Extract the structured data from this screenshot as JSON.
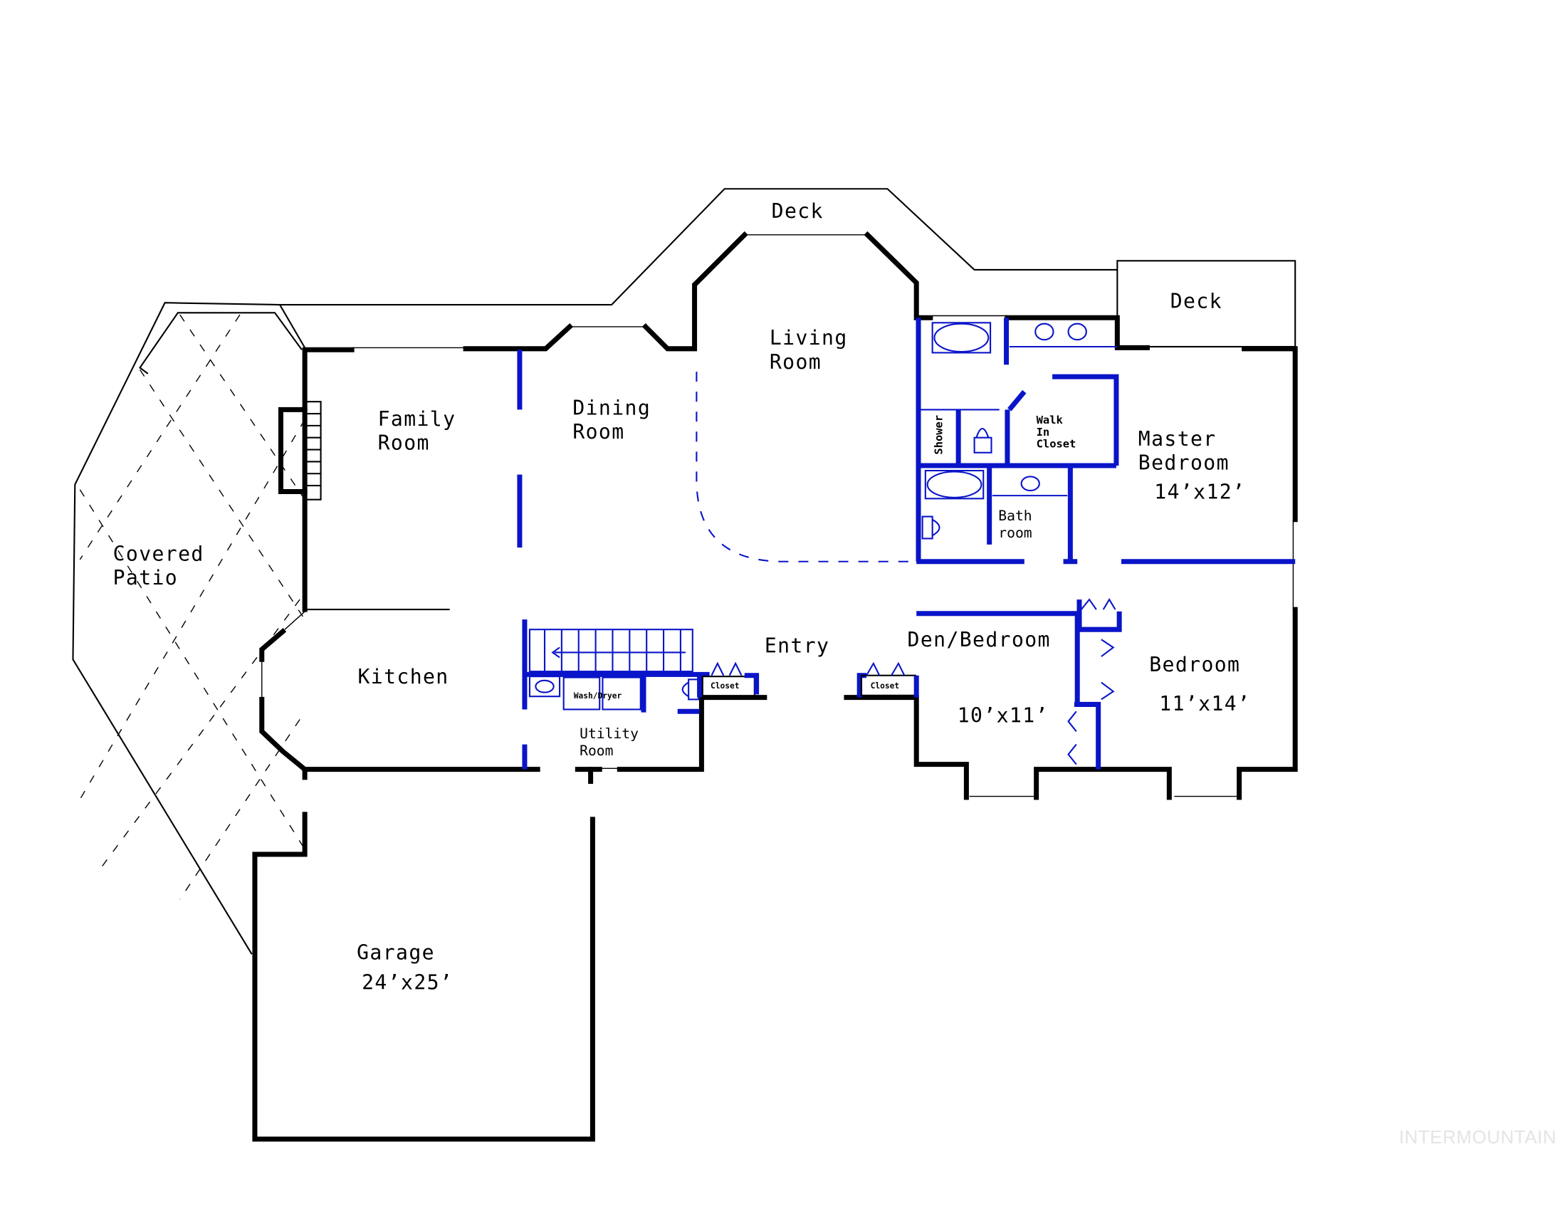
{
  "plan": {
    "rooms": {
      "deck_top": "Deck",
      "deck_right": "Deck",
      "living_room": [
        "Living",
        "Room"
      ],
      "family_room": [
        "Family",
        "Room"
      ],
      "dining_room": [
        "Dining",
        "Room"
      ],
      "covered_patio": [
        "Covered",
        "Patio"
      ],
      "kitchen": "Kitchen",
      "entry": "Entry",
      "utility_room": [
        "Utility",
        "Room"
      ],
      "wash_dryer": "Wash/Dryer",
      "closet_utility": "Closet",
      "closet_den": "Closet",
      "master_bedroom": [
        "Master",
        "Bedroom"
      ],
      "master_bedroom_size": "14’x12’",
      "walk_in_closet": [
        "Walk",
        "In",
        "Closet"
      ],
      "shower": "Shower",
      "bathroom": [
        "Bath",
        "room"
      ],
      "den_bedroom": "Den/Bedroom",
      "den_bedroom_size": "10’x11’",
      "bedroom": "Bedroom",
      "bedroom_size": "11’x14’",
      "garage": "Garage",
      "garage_size": "24’x25’"
    },
    "colors": {
      "exterior_wall": "#000000",
      "interior_wall": "#0a14c8",
      "background": "#ffffff"
    }
  },
  "watermark": "INTERMOUNTAIN"
}
